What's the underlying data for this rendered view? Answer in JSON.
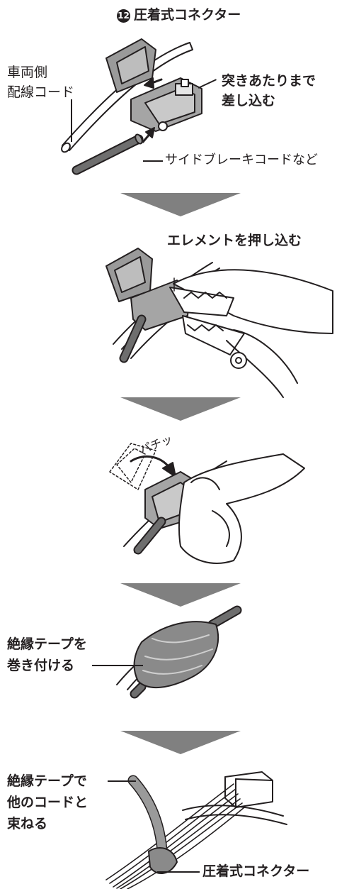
{
  "step1": {
    "connector_badge": "12",
    "connector_title": "圧着式コネクター",
    "vehicle_wire_line1": "車両側",
    "vehicle_wire_line2": "配線コード",
    "insert_line1": "突きあたりまで",
    "insert_line2": "差し込む",
    "brake_cord": "サイドブレーキコードなど"
  },
  "step2": {
    "press_element": "エレメントを押し込む"
  },
  "step3": {
    "snap_sound": "パチッ"
  },
  "step4": {
    "tape_line1": "絶縁テープを",
    "tape_line2": "巻き付ける"
  },
  "step5": {
    "bundle_line1": "絶縁テープで",
    "bundle_line2": "他のコードと",
    "bundle_line3": "束ねる",
    "connector_label": "圧着式コネクター"
  },
  "colors": {
    "ink": "#231f20",
    "arrow": "#808080",
    "connector": "#9a9a9a",
    "tape": "#8a8a8a",
    "cord": "#6e6e6e"
  }
}
